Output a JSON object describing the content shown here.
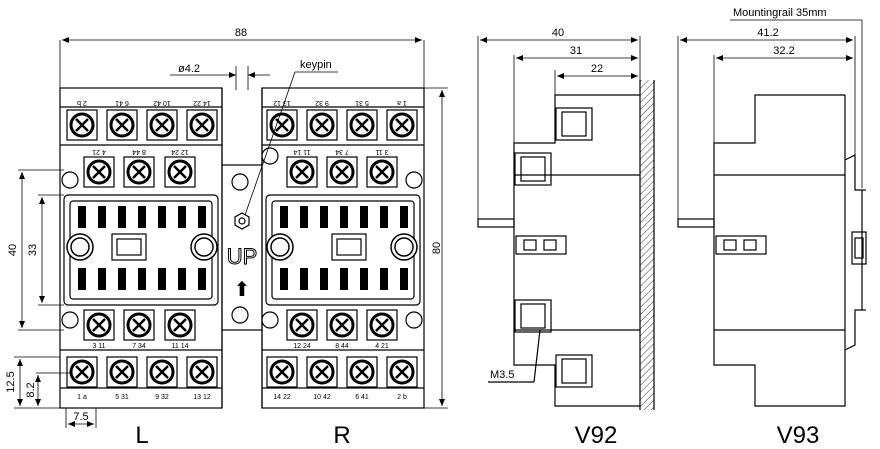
{
  "front_view": {
    "dims": {
      "width_overall": "88",
      "hole_dia": "ø4.2",
      "keypin": "keypin",
      "height_40": "40",
      "height_33": "33",
      "height_80": "80",
      "dim_12_5": "12.5",
      "dim_8_2": "8.2",
      "dim_7_5": "7.5"
    },
    "up_text": "UP",
    "arrow_symbol": "⬆",
    "left_label": "L",
    "right_label": "R",
    "left_top_terminals": [
      "2  b",
      "6  41",
      "10  42",
      "14  22"
    ],
    "right_top_terminals": [
      "13  12",
      "9  32",
      "5  31",
      "1  a"
    ],
    "left_mid_top_terminals": [
      "4  21",
      "8  44",
      "12  24"
    ],
    "right_mid_top_terminals": [
      "11  14",
      "7  34",
      "3  11"
    ],
    "left_mid_bottom_terminals": [
      "3  11",
      "7  34",
      "11  14"
    ],
    "right_mid_bottom_terminals": [
      "12  24",
      "8  44",
      "4  21"
    ],
    "left_bottom_terminals": [
      "1  a",
      "5  31",
      "9  32",
      "13  12"
    ],
    "right_bottom_terminals": [
      "14  22",
      "10  42",
      "6  41",
      "2  b"
    ]
  },
  "v92_view": {
    "label": "V92",
    "dims": {
      "d40": "40",
      "d31": "31",
      "d22": "22"
    },
    "screw_label": "M3.5"
  },
  "v93_view": {
    "label": "V93",
    "dims": {
      "rail": "Mountingrail 35mm",
      "d41_2": "41.2",
      "d32_2": "32.2"
    }
  }
}
